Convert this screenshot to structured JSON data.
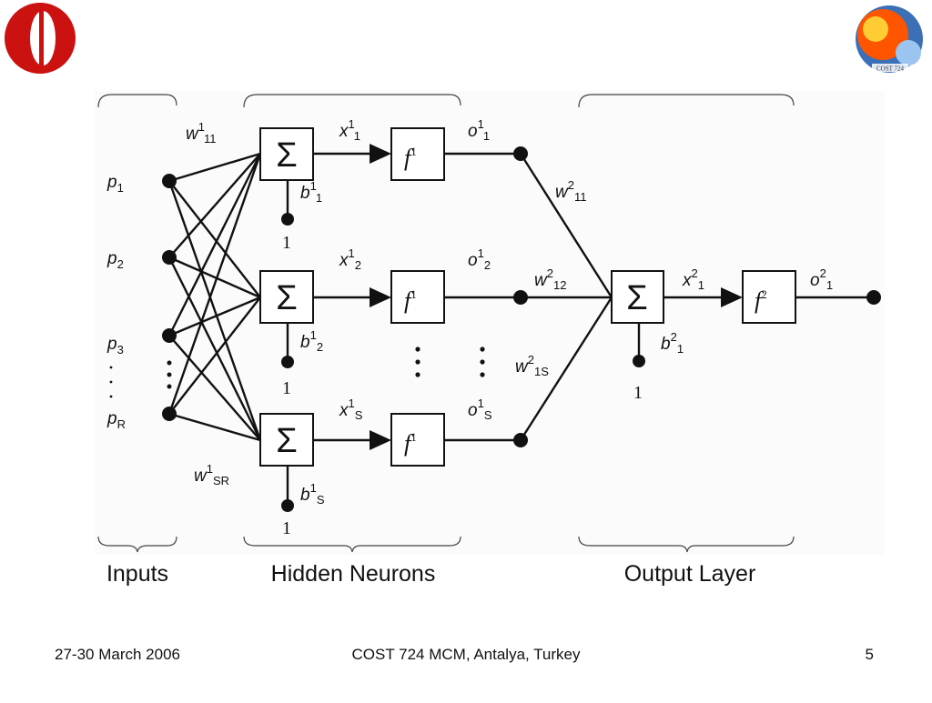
{
  "diagram": {
    "inputs": [
      {
        "base": "p",
        "sub": "1"
      },
      {
        "base": "p",
        "sub": "2"
      },
      {
        "base": "p",
        "sub": "3"
      },
      {
        "base": "p",
        "sub": "R"
      }
    ],
    "input_weight_top": {
      "base": "w",
      "sup": "1",
      "sub": "11"
    },
    "input_weight_bottom": {
      "base": "w",
      "sup": "1",
      "sub": "SR"
    },
    "sum_symbol": "Σ",
    "hidden_neurons": [
      {
        "x": {
          "base": "x",
          "sup": "1",
          "sub": "1"
        },
        "f": {
          "base": "f",
          "sup": "1"
        },
        "o": {
          "base": "o",
          "sup": "1",
          "sub": "1"
        },
        "b": {
          "base": "b",
          "sup": "1",
          "sub": "1"
        },
        "bias_input": "1"
      },
      {
        "x": {
          "base": "x",
          "sup": "1",
          "sub": "2"
        },
        "f": {
          "base": "f",
          "sup": "1"
        },
        "o": {
          "base": "o",
          "sup": "1",
          "sub": "2"
        },
        "b": {
          "base": "b",
          "sup": "1",
          "sub": "2"
        },
        "bias_input": "1"
      },
      {
        "x": {
          "base": "x",
          "sup": "1",
          "sub": "S"
        },
        "f": {
          "base": "f",
          "sup": "1"
        },
        "o": {
          "base": "o",
          "sup": "1",
          "sub": "S"
        },
        "b": {
          "base": "b",
          "sup": "1",
          "sub": "S"
        },
        "bias_input": "1"
      }
    ],
    "output_weights": [
      {
        "base": "w",
        "sup": "2",
        "sub": "11"
      },
      {
        "base": "w",
        "sup": "2",
        "sub": "12"
      },
      {
        "base": "w",
        "sup": "2",
        "sub": "1S"
      }
    ],
    "output_neuron": {
      "x": {
        "base": "x",
        "sup": "2",
        "sub": "1"
      },
      "f": {
        "base": "f",
        "sup": "2"
      },
      "o": {
        "base": "o",
        "sup": "2",
        "sub": "1"
      },
      "b": {
        "base": "b",
        "sup": "2",
        "sub": "1"
      },
      "bias_input": "1"
    },
    "captions": {
      "inputs": "Inputs",
      "hidden": "Hidden Neurons",
      "output": "Output Layer"
    }
  },
  "footer": {
    "date": "27-30 March 2006",
    "event": "COST 724 MCM, Antalya, Turkey",
    "page": "5"
  },
  "logo_right_text": "COST 724",
  "colors": {
    "logo_left": "#cc1111",
    "logo_right_fire": "#ff5500",
    "logo_right_globe": "#3b6fb6",
    "wire": "#111111"
  }
}
